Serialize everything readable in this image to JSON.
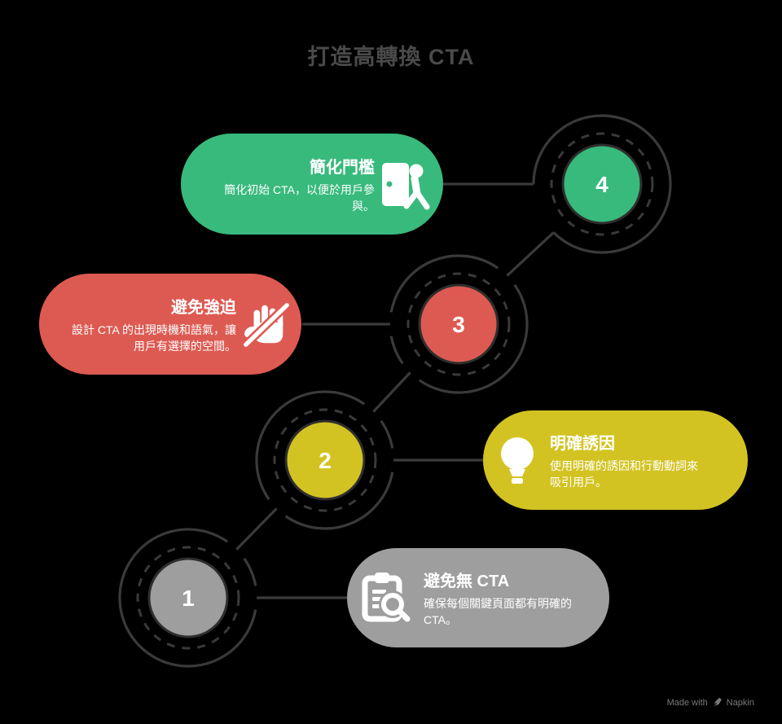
{
  "title": "打造高轉換 CTA",
  "steps": [
    {
      "number": "1",
      "title": "避免無 CTA",
      "body": "確保每個關鍵頁面都有明確的 CTA。",
      "color": "#9e9e9e",
      "icon": "clipboard-search-icon"
    },
    {
      "number": "2",
      "title": "明確誘因",
      "body": "使用明確的誘因和行動動詞來吸引用戶。",
      "color": "#d3c322",
      "icon": "lightbulb-icon"
    },
    {
      "number": "3",
      "title": "避免強迫",
      "body": "設計 CTA 的出現時機和語氣，讓用戶有選擇的空間。",
      "color": "#dd5a52",
      "icon": "forbidden-hand-icon"
    },
    {
      "number": "4",
      "title": "簡化門檻",
      "body": "簡化初始 CTA，以便於用戶參與。",
      "color": "#38ba7c",
      "icon": "door-enter-icon"
    }
  ],
  "colors": {
    "background": "#000000",
    "line": "#3a3a3a",
    "inner_circle_stroke": "#2e2e2e",
    "title_text": "#4a4a4a",
    "number_text": "#ffffff",
    "watermark_text": "#7a7a7a"
  },
  "watermark": {
    "made_with": "Made with",
    "brand": "Napkin"
  }
}
